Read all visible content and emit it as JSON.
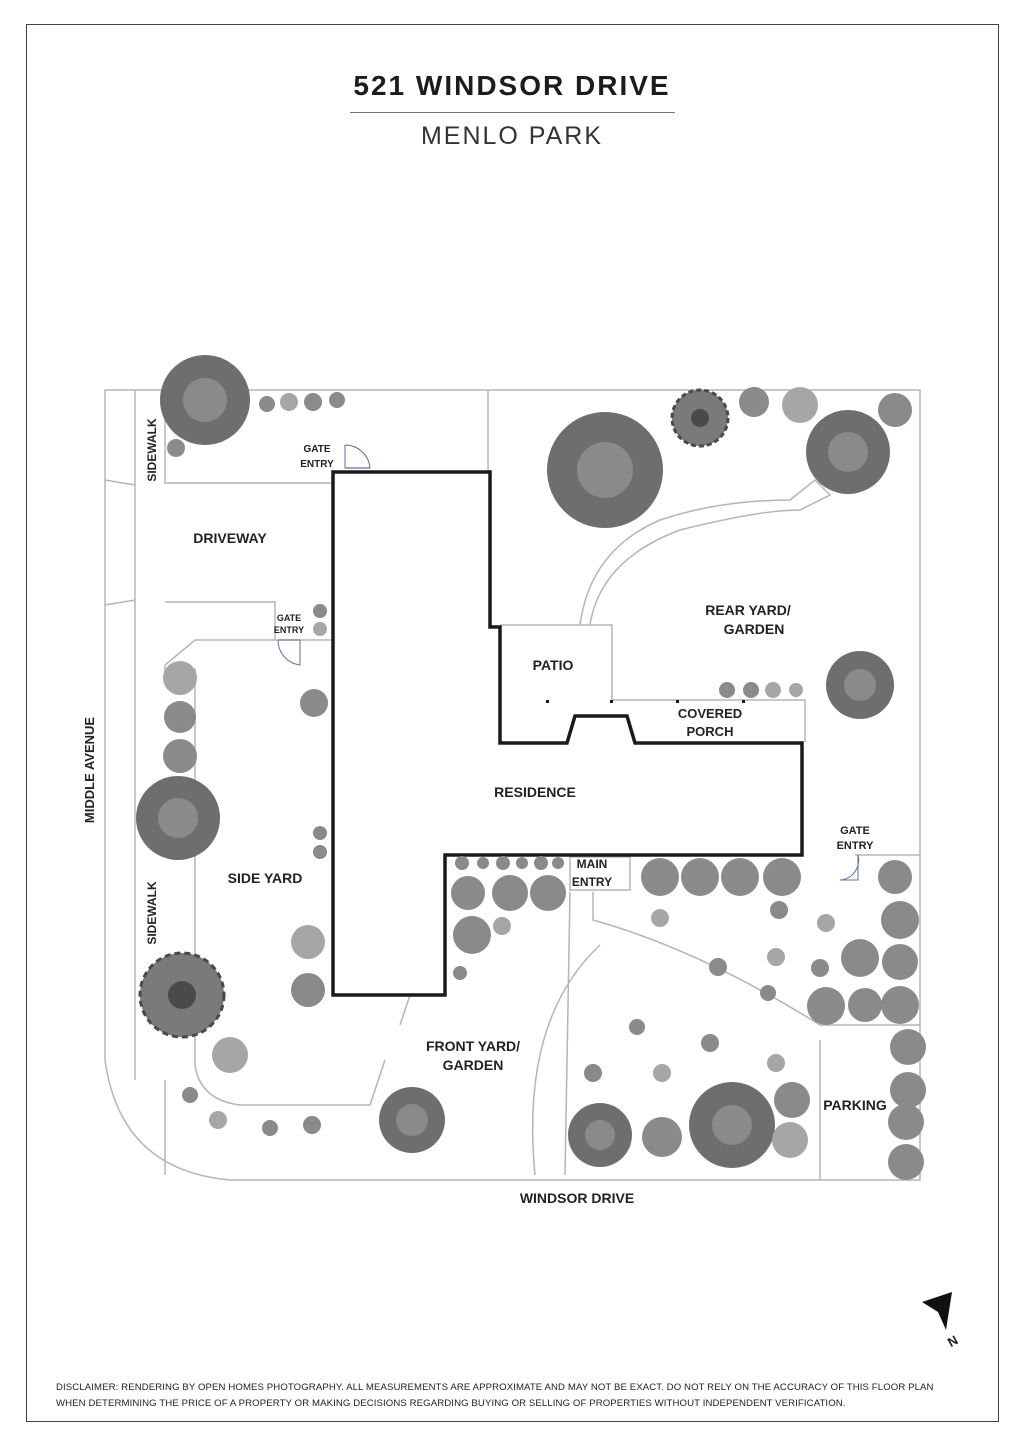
{
  "header": {
    "address": "521 WINDSOR DRIVE",
    "city": "MENLO PARK"
  },
  "labels": {
    "sidewalk_top": "SIDEWALK",
    "sidewalk_left": "SIDEWALK",
    "middle_avenue": "MIDDLE AVENUE",
    "gate_entry_1_l1": "GATE",
    "gate_entry_1_l2": "ENTRY",
    "gate_entry_2_l1": "GATE",
    "gate_entry_2_l2": "ENTRY",
    "gate_entry_3_l1": "GATE",
    "gate_entry_3_l2": "ENTRY",
    "driveway": "DRIVEWAY",
    "patio": "PATIO",
    "rear_yard_l1": "REAR YARD/",
    "rear_yard_l2": "GARDEN",
    "covered_porch_l1": "COVERED",
    "covered_porch_l2": "PORCH",
    "residence": "RESIDENCE",
    "main_entry_l1": "MAIN",
    "main_entry_l2": "ENTRY",
    "side_yard": "SIDE YARD",
    "front_yard_l1": "FRONT YARD/",
    "front_yard_l2": "GARDEN",
    "parking": "PARKING",
    "windsor_drive": "WINDSOR DRIVE",
    "north": "N"
  },
  "disclaimer": {
    "line1": "DISCLAIMER: RENDERING BY OPEN HOMES PHOTOGRAPHY. ALL MEASUREMENTS ARE APPROXIMATE AND MAY NOT BE EXACT. DO NOT RELY ON THE ACCURACY OF THIS FLOOR PLAN",
    "line2": "WHEN DETERMINING THE PRICE OF A PROPERTY OR MAKING DECISIONS REGARDING BUYING OR SELLING OF PROPERTIES WITHOUT INDEPENDENT VERIFICATION."
  },
  "colors": {
    "wall": "#1a1a1a",
    "line": "#b5b5b5",
    "tree_dark": "#6e6e6e",
    "tree_light": "#a6a6a6"
  }
}
